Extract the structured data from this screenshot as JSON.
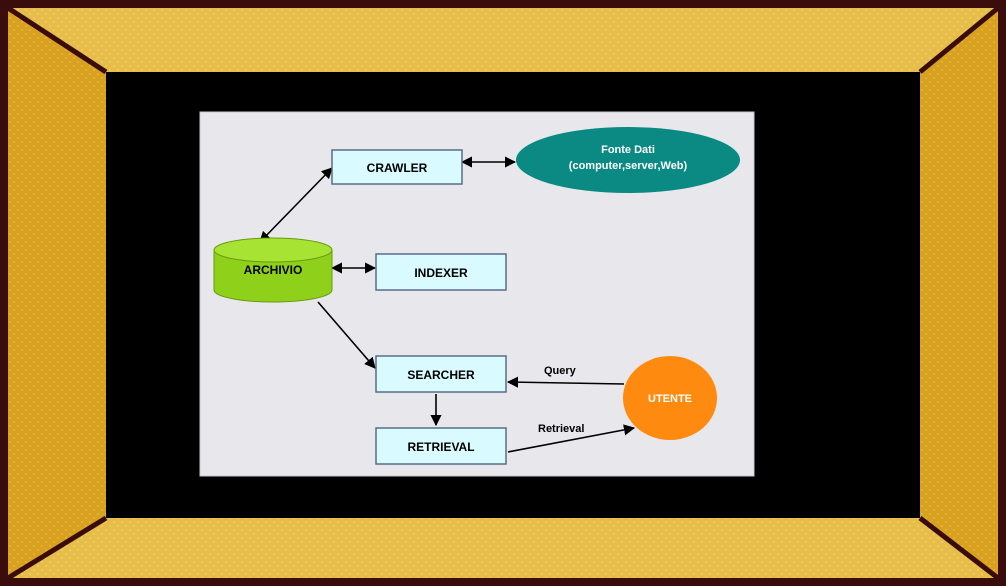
{
  "colors": {
    "frame_border": "#3a0c0c",
    "wall_top": "#e6bd48",
    "wall_side": "#d8a11f",
    "dot_pattern": "#f3d877",
    "inner_room": "#000000",
    "slide_bg": "#e8e8ec",
    "box_fill": "#d9fbff",
    "box_stroke": "#586c8a",
    "cylinder_fill": "#8fd11a",
    "cylinder_top": "#a7e332",
    "ellipse_fill": "#0b8a84",
    "circle_fill": "#ff8a10",
    "arrow": "#000000"
  },
  "diagram": {
    "nodes": {
      "crawler": {
        "label": "CRAWLER",
        "shape": "rectangle"
      },
      "indexer": {
        "label": "INDEXER",
        "shape": "rectangle"
      },
      "searcher": {
        "label": "SEARCHER",
        "shape": "rectangle"
      },
      "retrieval": {
        "label": "RETRIEVAL",
        "shape": "rectangle"
      },
      "archivio": {
        "label": "ARCHIVIO",
        "shape": "cylinder"
      },
      "fonte_dati": {
        "label_line1": "Fonte Dati",
        "label_line2": "(computer,server,Web)",
        "shape": "ellipse"
      },
      "utente": {
        "label": "UTENTE",
        "shape": "circle"
      }
    },
    "edges": [
      {
        "from": "crawler",
        "to": "fonte_dati",
        "direction": "both",
        "label": ""
      },
      {
        "from": "archivio",
        "to": "crawler",
        "direction": "both",
        "label": ""
      },
      {
        "from": "archivio",
        "to": "indexer",
        "direction": "both",
        "label": ""
      },
      {
        "from": "archivio",
        "to": "searcher",
        "direction": "forward",
        "label": ""
      },
      {
        "from": "searcher",
        "to": "retrieval",
        "direction": "forward",
        "label": ""
      },
      {
        "from": "utente",
        "to": "searcher",
        "direction": "forward",
        "label": "Query"
      },
      {
        "from": "retrieval",
        "to": "utente",
        "direction": "forward",
        "label": "Retrieval"
      }
    ]
  }
}
